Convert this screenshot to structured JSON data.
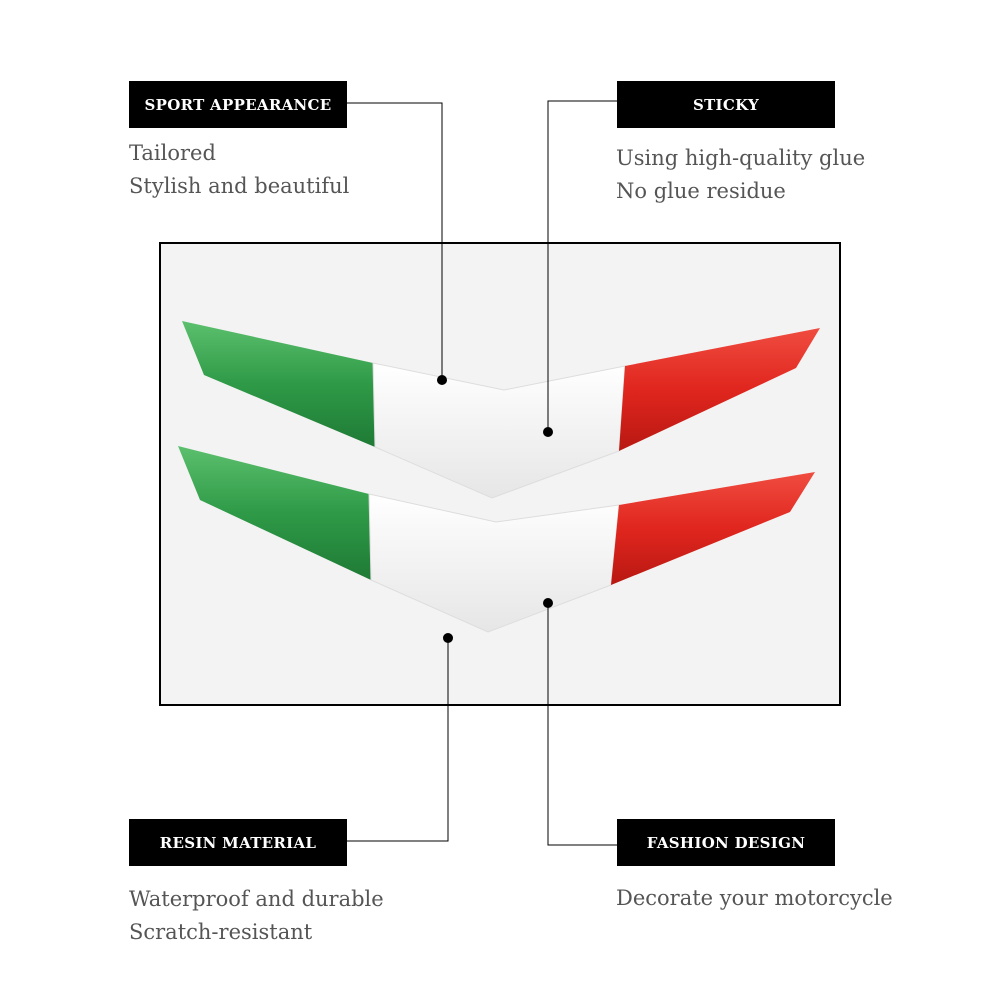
{
  "features": {
    "sport": {
      "title": "SPORT APPEARANCE",
      "lines": [
        "Tailored",
        "Stylish and beautiful"
      ]
    },
    "sticky": {
      "title": "STICKY",
      "lines": [
        "Using high-quality glue",
        "No glue residue"
      ]
    },
    "resin": {
      "title": "RESIN MATERIAL",
      "lines": [
        "Waterproof and durable",
        "Scratch-resistant"
      ]
    },
    "fashion": {
      "title": "FASHION DESIGN",
      "lines": [
        "Decorate your motorcycle"
      ]
    }
  },
  "colors": {
    "flag_green": "#2e9a47",
    "flag_white": "#f4f4f4",
    "flag_red": "#e0261e",
    "label_background": "#000000",
    "description_text": "#555555"
  },
  "product": {
    "image": "italian-flag-chevron-stickers",
    "count": 2
  }
}
